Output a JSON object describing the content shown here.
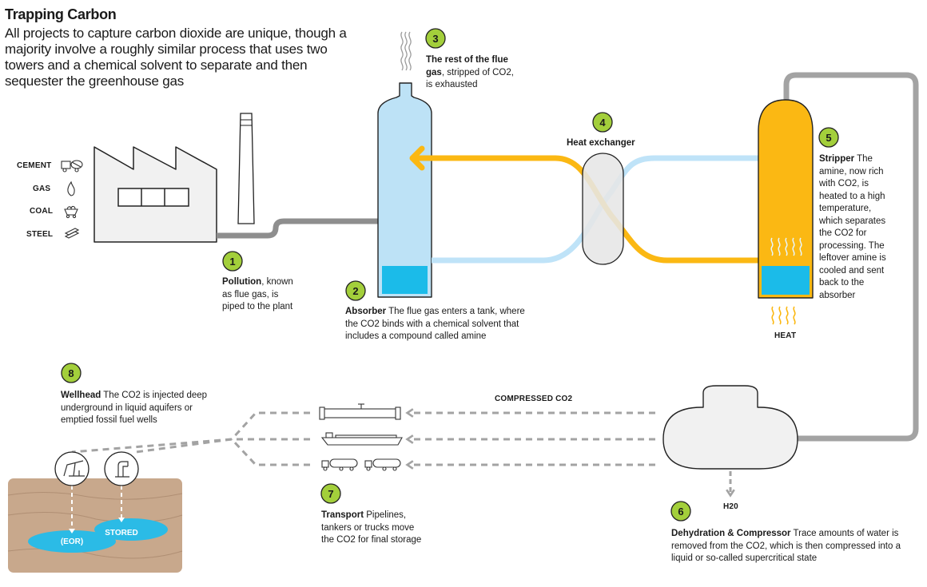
{
  "title": "Trapping Carbon",
  "subtitle": "All projects to capture carbon dioxide are unique, though a majority involve a roughly similar process that uses two towers and a chemical solvent to separate and then sequester the greenhouse gas",
  "colors": {
    "flue_gas": "#8e8e8e",
    "rich_amine": "#fbb813",
    "lean_amine": "#bfe3f8",
    "absorber_tank": "#bde2f6",
    "solvent": "#1bbbe9",
    "step_badge": "#a3cf3b",
    "ground": "#c8a88c",
    "reservoir": "#2bbbe6"
  },
  "sources": [
    {
      "label": "CEMENT",
      "icon": "cement-mixer-icon"
    },
    {
      "label": "GAS",
      "icon": "flame-icon"
    },
    {
      "label": "COAL",
      "icon": "coal-cart-icon"
    },
    {
      "label": "STEEL",
      "icon": "steel-beam-icon"
    }
  ],
  "steps": [
    {
      "number": "1",
      "heading": "Pollution",
      "text": ", known as flue gas, is piped to the plant"
    },
    {
      "number": "2",
      "heading": "Absorber",
      "text": " The flue gas enters a tank, where the CO2 binds with a chemical solvent that includes a compound called amine"
    },
    {
      "number": "3",
      "heading": "The rest of the flue gas",
      "text": ", stripped of CO2, is exhausted"
    },
    {
      "number": "4",
      "heading": "Heat exchanger",
      "text": ""
    },
    {
      "number": "5",
      "heading": "Stripper",
      "text": " The amine, now rich with CO2, is heated to a high temperature, which separates the CO2 for processing. The leftover amine is cooled and sent back to the absorber"
    },
    {
      "number": "6",
      "heading": "Dehydration & Compressor",
      "text": " Trace amounts of water is removed from the CO2, which is then compressed into a liquid or so-called supercritical state"
    },
    {
      "number": "7",
      "heading": "Transport",
      "text": " Pipelines, tankers or trucks move the CO2 for final storage"
    },
    {
      "number": "8",
      "heading": "Wellhead",
      "text": " The CO2 is injected deep underground in liquid aquifers or emptied fossil fuel wells"
    }
  ],
  "labels": {
    "heat": "HEAT",
    "compressed": "COMPRESSED CO2",
    "h2o": "H20",
    "eor": "(EOR)",
    "stored": "STORED"
  }
}
